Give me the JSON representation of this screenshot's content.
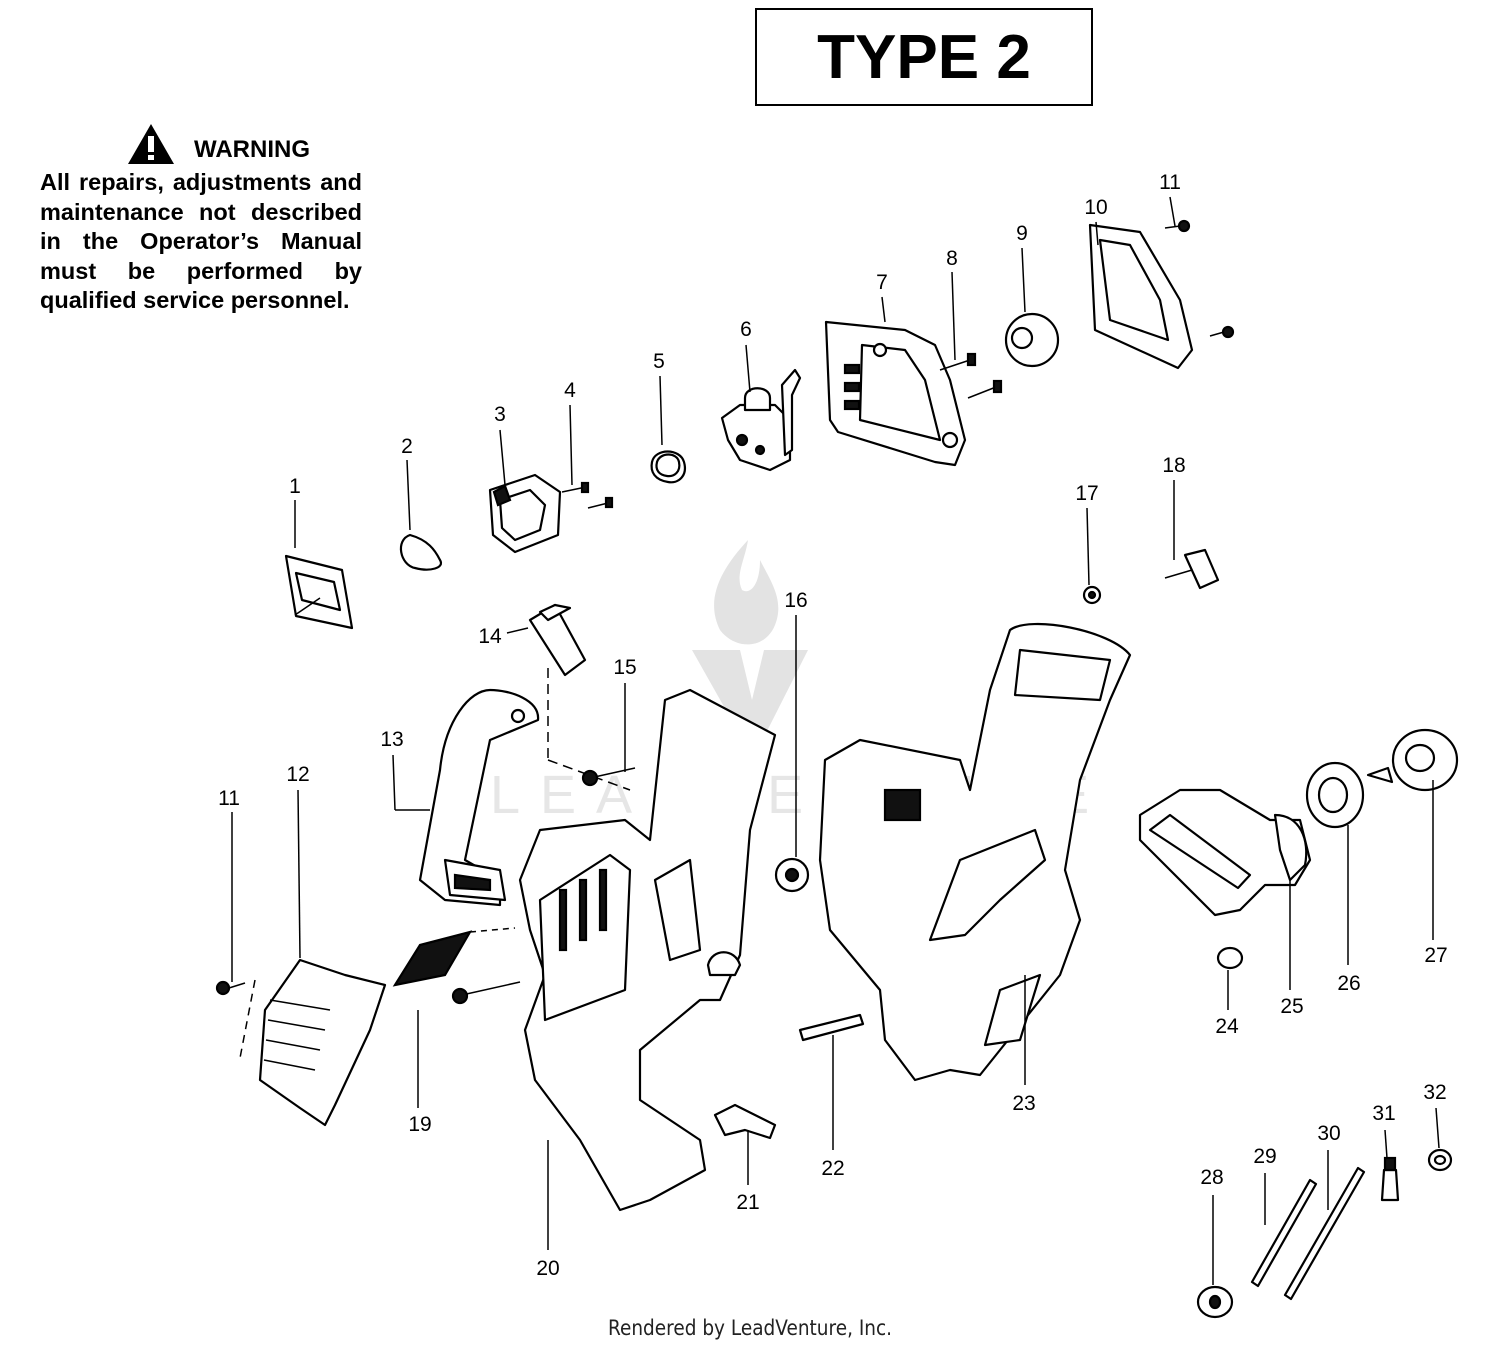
{
  "header": {
    "type_label": "TYPE 2"
  },
  "warning": {
    "title": "WARNING",
    "text": "All repairs, adjustments and maintenance not described in the Operator’s Manual must be performed by qualified service personnel."
  },
  "watermark": {
    "text": "LEADVENTURE"
  },
  "footer": {
    "credit": "Rendered by LeadVenture, Inc."
  },
  "callouts": [
    {
      "label": "1"
    },
    {
      "label": "2"
    },
    {
      "label": "3"
    },
    {
      "label": "4"
    },
    {
      "label": "5"
    },
    {
      "label": "6"
    },
    {
      "label": "7"
    },
    {
      "label": "8"
    },
    {
      "label": "9"
    },
    {
      "label": "10"
    },
    {
      "label": "11"
    },
    {
      "label": "18"
    },
    {
      "label": "17"
    },
    {
      "label": "14"
    },
    {
      "label": "16"
    },
    {
      "label": "15"
    },
    {
      "label": "13"
    },
    {
      "label": "12"
    },
    {
      "label": "11"
    },
    {
      "label": "19"
    },
    {
      "label": "20"
    },
    {
      "label": "21"
    },
    {
      "label": "22"
    },
    {
      "label": "23"
    },
    {
      "label": "24"
    },
    {
      "label": "25"
    },
    {
      "label": "26"
    },
    {
      "label": "27"
    },
    {
      "label": "28"
    },
    {
      "label": "29"
    },
    {
      "label": "30"
    },
    {
      "label": "31"
    },
    {
      "label": "32"
    }
  ]
}
